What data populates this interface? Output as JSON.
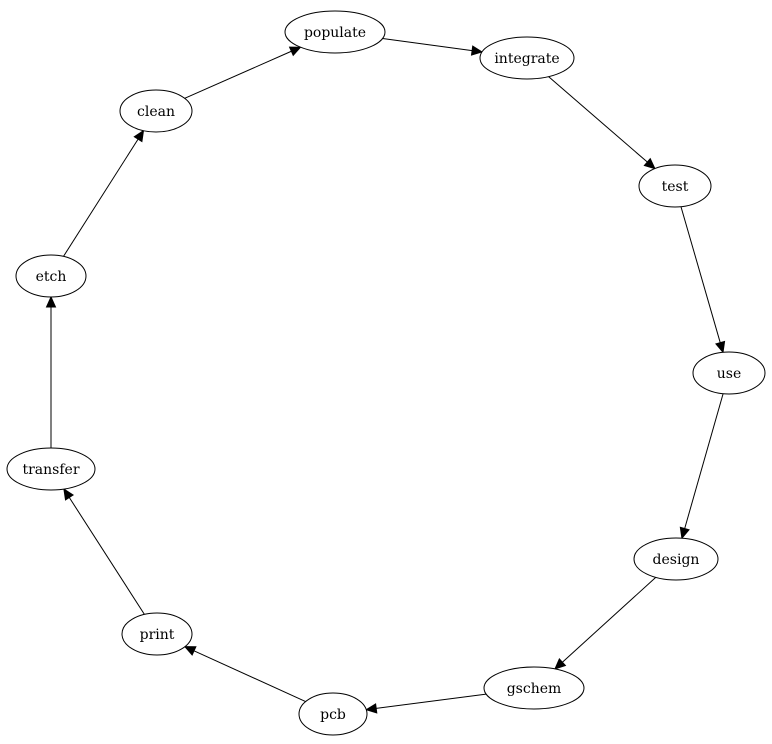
{
  "diagram": {
    "type": "directed-cycle",
    "nodes": [
      {
        "id": "populate",
        "label": "populate"
      },
      {
        "id": "integrate",
        "label": "integrate"
      },
      {
        "id": "test",
        "label": "test"
      },
      {
        "id": "use",
        "label": "use"
      },
      {
        "id": "design",
        "label": "design"
      },
      {
        "id": "gschem",
        "label": "gschem"
      },
      {
        "id": "pcb",
        "label": "pcb"
      },
      {
        "id": "print",
        "label": "print"
      },
      {
        "id": "transfer",
        "label": "transfer"
      },
      {
        "id": "etch",
        "label": "etch"
      },
      {
        "id": "clean",
        "label": "clean"
      }
    ],
    "edges": [
      [
        "populate",
        "integrate"
      ],
      [
        "integrate",
        "test"
      ],
      [
        "test",
        "use"
      ],
      [
        "use",
        "design"
      ],
      [
        "design",
        "gschem"
      ],
      [
        "gschem",
        "pcb"
      ],
      [
        "pcb",
        "print"
      ],
      [
        "print",
        "transfer"
      ],
      [
        "transfer",
        "etch"
      ],
      [
        "etch",
        "clean"
      ],
      [
        "clean",
        "populate"
      ]
    ]
  }
}
